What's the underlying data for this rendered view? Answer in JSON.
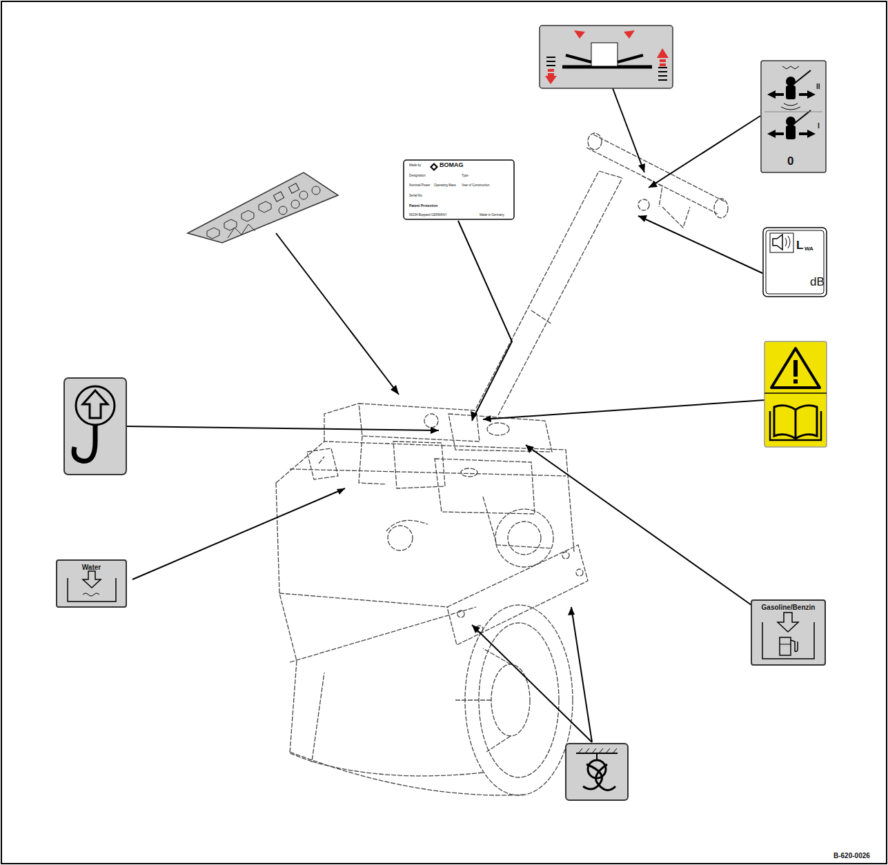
{
  "diagram": {
    "nodes": [
      {
        "text": [
          "II",
          "I",
          "0"
        ]
      },
      {
        "text": [
          "Made by",
          "BOMAG",
          "Designation",
          "Type",
          "Nominal Power",
          "Operating Mass",
          "Year of Construction",
          "Serial-No.",
          "Patent Protection",
          "56154 Boppard GERMANY",
          "Made in Germany"
        ]
      },
      {
        "text": [
          "L",
          "WA",
          "dB"
        ]
      },
      {
        "text": [
          "Water"
        ]
      },
      {
        "text": [
          "Gasoline/Benzin"
        ]
      }
    ],
    "labels": [
      "B-620-0026"
    ]
  }
}
